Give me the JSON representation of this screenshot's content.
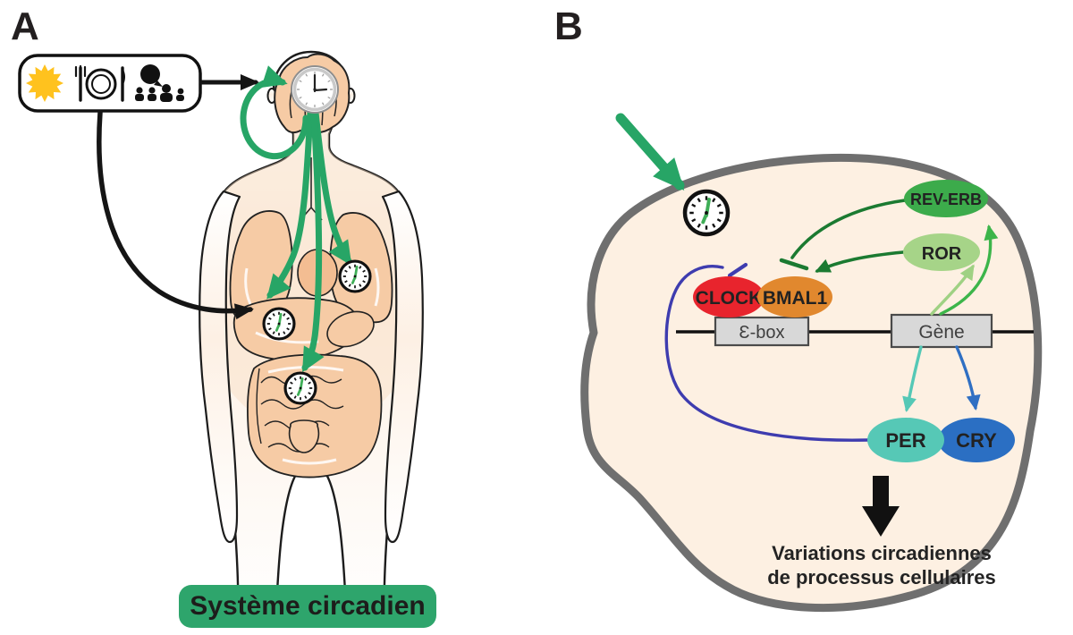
{
  "panel_a": {
    "label": "A",
    "system_label": "Système circadien",
    "icons": [
      "sun-icon",
      "meal-icon",
      "social-icon",
      "brain-clock-icon",
      "heart-clock-icon",
      "liver-clock-icon",
      "gut-clock-icon"
    ]
  },
  "panel_b": {
    "label": "B",
    "nodes": {
      "clock": "CLOCK",
      "bmal1": "BMAL1",
      "reverb": "REV-ERB",
      "ror": "ROR",
      "per": "PER",
      "cry": "CRY",
      "ebox": "Ɛ-box",
      "gene": "Gène"
    },
    "outcome": {
      "line1": "Variations circadiennes",
      "line2": "de processus cellulaires"
    },
    "icons": [
      "cell-clock-icon",
      "down-arrow-icon"
    ]
  },
  "colors": {
    "green_arrow": "#27a566",
    "dark_green": "#1b7a31",
    "mid_green": "#3cb54a",
    "light_green": "#9fd183",
    "red": "#e8242d",
    "orange": "#e1882e",
    "teal": "#55c8b6",
    "blue": "#2f6fc3",
    "indigo": "#3e3caf",
    "cell_fill": "#fdf0e2",
    "cell_border": "#6f6f6f",
    "organ_fill": "#f6cba5",
    "label_green": "#2ea56c",
    "sun_yellow": "#ffc21e",
    "box_gray": "#d8d8d8"
  }
}
